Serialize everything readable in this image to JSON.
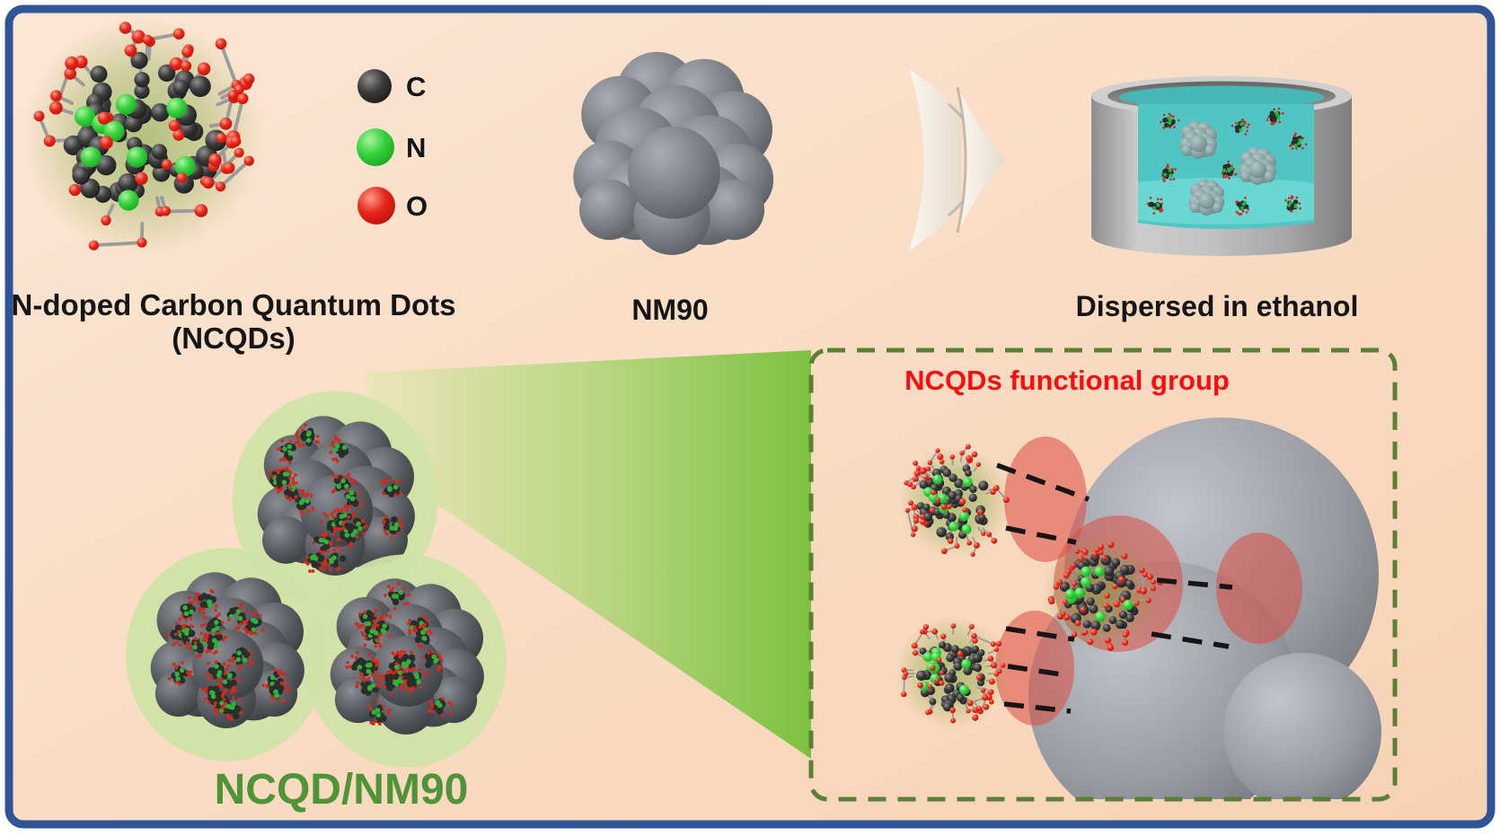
{
  "labels": {
    "ncqd_line1": "N-doped Carbon Quantum Dots",
    "ncqd_line2": "(NCQDs)",
    "nm90": "NM90",
    "dispersed": "Dispersed in ethanol",
    "composite": "NCQD/NM90",
    "inset_title": "NCQDs functional group"
  },
  "legend": {
    "items": [
      {
        "label": "C",
        "color": "#141414"
      },
      {
        "label": "N",
        "color": "#1db92a"
      },
      {
        "label": "O",
        "color": "#d11212"
      }
    ]
  },
  "palette": {
    "background": "#f8d8be",
    "border_blue": "#2f5597",
    "wedge_green": "#7cc140",
    "inset_dash_green": "#5a7f35",
    "inset_title_red": "#fb0d0d",
    "composite_label_green": "#4f9437",
    "halo_green": "#d0e3a6",
    "functional_group_red": "#dd4b41",
    "liquid_teal": "#4fc6c3",
    "beaker_gray": "#b5b5b5",
    "arrow_cream": "#f3ecdf",
    "nm90_gray": "#787b81",
    "atom_black": "#141414",
    "atom_green": "#1db92a",
    "atom_red": "#d11212",
    "bond_gray": "#9b9b9b",
    "speck_dark": "#2a2e2a",
    "speck_red": "#d8281b",
    "speck_green": "#2fb23a",
    "dashed_bond_black": "#151515"
  }
}
